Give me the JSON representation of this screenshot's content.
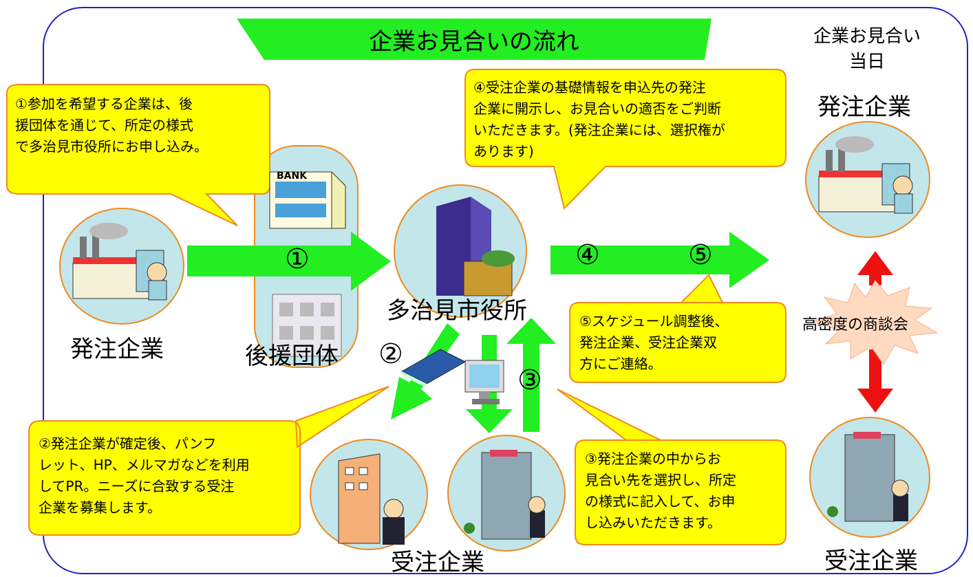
{
  "title": "企業お見合いの流れ",
  "day_header": {
    "line1": "企業お見合い",
    "line2": "当日"
  },
  "labels": {
    "ordering_left": "発注企業",
    "ordering_right": "発注企業",
    "support_group": "後援団体",
    "city_hall": "多治見市役所",
    "receiving_bottom": "受注企業",
    "receiving_right": "受注企業",
    "meeting": "高密度の商談会"
  },
  "step_numbers": {
    "s1": "①",
    "s2": "②",
    "s3": "③",
    "s4": "④",
    "s5": "⑤"
  },
  "bank_sign": "BANK",
  "callouts": {
    "c1": [
      "①参加を希望する企業は、後",
      "援団体を通じて、所定の様式",
      "で多治見市役所にお申し込み。"
    ],
    "c2": [
      "②発注企業が確定後、パンフ",
      "レット、HP、メルマガなどを利用",
      "してPR。ニーズに合致する受注",
      "企業を募集します。"
    ],
    "c3": [
      "③発注企業の中からお",
      "見合い先を選択し、所定",
      "の様式に記入して、お申",
      "し込みいただきます。"
    ],
    "c4": [
      "④受注企業の基礎情報を申込先の発注",
      "企業に開示し、お見合いの適否をご判断",
      "いただきます。(発注企業には、選択権が",
      "あります)"
    ],
    "c5": [
      "⑤スケジュール調整後、",
      "発注企業、受注企業双",
      "方にご連絡。"
    ]
  },
  "colors": {
    "arrow_green": "#22ee22",
    "arrow_red": "#ee1111",
    "callout_fill": "#ffff00",
    "callout_border": "#f08a1e",
    "frame": "#2020c8",
    "circle_fill": "#c2e6ea",
    "burst_fill": "#ffd9c0"
  }
}
